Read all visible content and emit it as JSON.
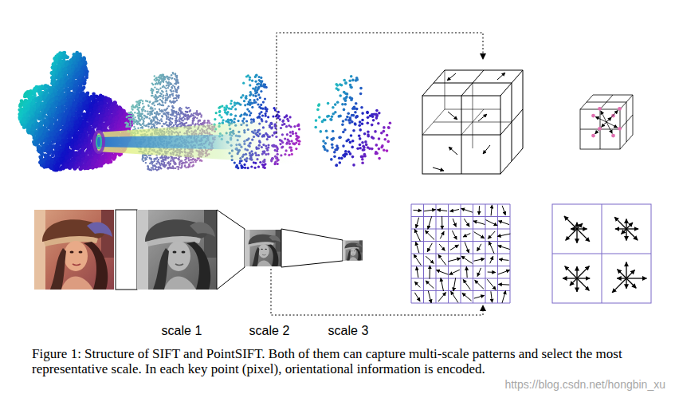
{
  "diagram": {
    "caption": "Figure 1: Structure of SIFT and PointSIFT. Both of them can capture multi-scale patterns and select the most representative scale. In each key point (pixel), orientational information is encoded.",
    "labels": [
      "scale 1",
      "scale 2",
      "scale 3",
      "https://blog.csdn.net/hongbin_xu"
    ]
  }
}
